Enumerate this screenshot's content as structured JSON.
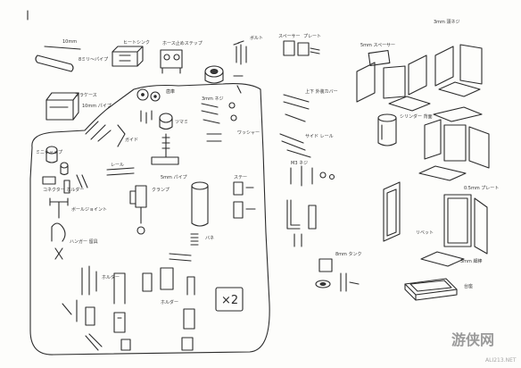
{
  "quantity_label": "×2",
  "labels": {
    "l_10mm": "10mm",
    "l_bar_pipe": "8ミリ〜パイプ",
    "l_heater_pipe": "ヒートシンク",
    "l_hose_clamp": "ホース止めステップ",
    "l_bolt": "ボルト",
    "l_spacer": "スペーサー",
    "l_plate": "プレート",
    "l_plastic_case": "プラケース",
    "l_10mm_pipe": "10mm パイプ",
    "l_end_cap": "ミニキャップ",
    "l_joint_holder": "コネクター ホルダー",
    "l_ball_joint": "ボールジョイント",
    "l_hanger": "ハンガー 留具",
    "l_guide": "ガイド",
    "l_gear": "歯車",
    "l_knob": "ツマミ",
    "l_3mm_screw": "3mm ネジ",
    "l_washer": "ワッシャー",
    "l_rail": "レール",
    "l_clamp": "クランプ",
    "l_5mm_pipe": "5mm パイプ",
    "l_stay": "ステー",
    "l_spring": "バネ",
    "l_holder_a": "ホルダー",
    "l_holder_b": "ホルダー",
    "l_upper_case": "上下 外装カバー",
    "l_side_rail": "サイド レール",
    "l_m3_screw": "M3 ネジ",
    "l_8mm_tank": "8mm タンク",
    "l_5mm_spacer": "5mm スペーサー",
    "l_3mm_screw_top": "3mm 頭ネジ",
    "l_cylinder": "シリンダー 背面",
    "l_plate_front": "0.5mm プレート",
    "l_rivet": "リベット",
    "l_3mm_rod": "3mm 細棒",
    "l_base": "台座"
  },
  "watermark": {
    "mark": "游侠网",
    "site": "ALI213.NET"
  }
}
